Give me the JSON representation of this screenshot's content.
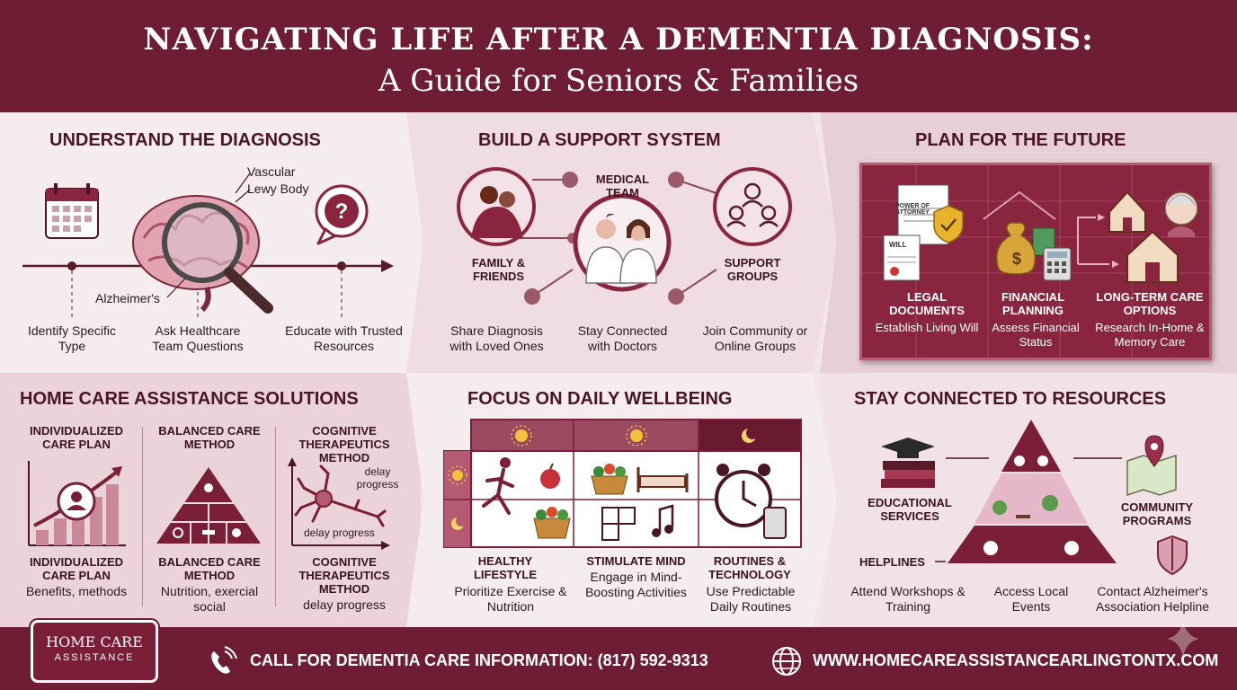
{
  "header": {
    "title": "NAVIGATING LIFE AFTER A DEMENTIA DIAGNOSIS:",
    "subtitle": "A Guide for Seniors & Families"
  },
  "understand": {
    "title": "UNDERSTAND THE DIAGNOSIS",
    "types": [
      "Vascular",
      "Lewy Body",
      "Alzheimer's"
    ],
    "steps": [
      "Identify Specific Type",
      "Ask Healthcare Team Questions",
      "Educate with Trusted Resources"
    ]
  },
  "support": {
    "title": "BUILD A SUPPORT SYSTEM",
    "nodes": [
      "FAMILY & FRIENDS",
      "MEDICAL TEAM",
      "SUPPORT GROUPS"
    ],
    "steps": [
      "Share Diagnosis with Loved Ones",
      "Stay Connected with Doctors",
      "Join Community or Online Groups"
    ]
  },
  "future": {
    "title": "PLAN FOR THE FUTURE",
    "doc_labels": [
      "POWER OF ATTORNEY",
      "WILL"
    ],
    "items": [
      {
        "heading": "LEGAL DOCUMENTS",
        "text": "Establish Living Will"
      },
      {
        "heading": "FINANCIAL PLANNING",
        "text": "Assess Financial Status"
      },
      {
        "heading": "LONG-TERM CARE OPTIONS",
        "text": "Research In-Home & Memory Care"
      }
    ]
  },
  "homecare": {
    "title": "HOME CARE ASSISTANCE SOLUTIONS",
    "top_labels": [
      "INDIVIDUALIZED CARE PLAN",
      "BALANCED CARE METHOD",
      "COGNITIVE THERAPEUTICS METHOD"
    ],
    "chart_notes": [
      "delay progress",
      "delay progress"
    ],
    "bottom": [
      {
        "heading": "INDIVIDUALIZED CARE PLAN",
        "text": "Benefits, methods"
      },
      {
        "heading": "BALANCED CARE METHOD",
        "text": "Nutrition, exercial social"
      },
      {
        "heading": "COGNITIVE THERAPEUTICS METHOD",
        "text": "delay progress"
      }
    ]
  },
  "wellbeing": {
    "title": "FOCUS ON DAILY WELLBEING",
    "items": [
      {
        "heading": "HEALTHY LIFESTYLE",
        "text": "Prioritize Exercise & Nutrition"
      },
      {
        "heading": "STIMULATE MIND",
        "text": "Engage in Mind-Boosting Activities"
      },
      {
        "heading": "ROUTINES & TECHNOLOGY",
        "text": "Use Predictable Daily Routines"
      }
    ]
  },
  "resources": {
    "title": "STAY CONNECTED TO RESOURCES",
    "labels": [
      "EDUCATIONAL SERVICES",
      "COMMUNITY PROGRAMS",
      "HELPLINES"
    ],
    "steps": [
      "Attend Workshops & Training",
      "Access Local Events",
      "Contact Alzheimer's Association Helpline"
    ]
  },
  "footer": {
    "logo_line1": "HOME CARE",
    "logo_line2": "ASSISTANCE",
    "phone": "CALL FOR DEMENTIA CARE INFORMATION: (817) 592-9313",
    "website": "WWW.HOMECAREASSISTANCEARLINGTONTX.COM"
  },
  "colors": {
    "primary": "#6e1d34",
    "accent": "#9b2f4b",
    "light": "#f5ecef"
  }
}
